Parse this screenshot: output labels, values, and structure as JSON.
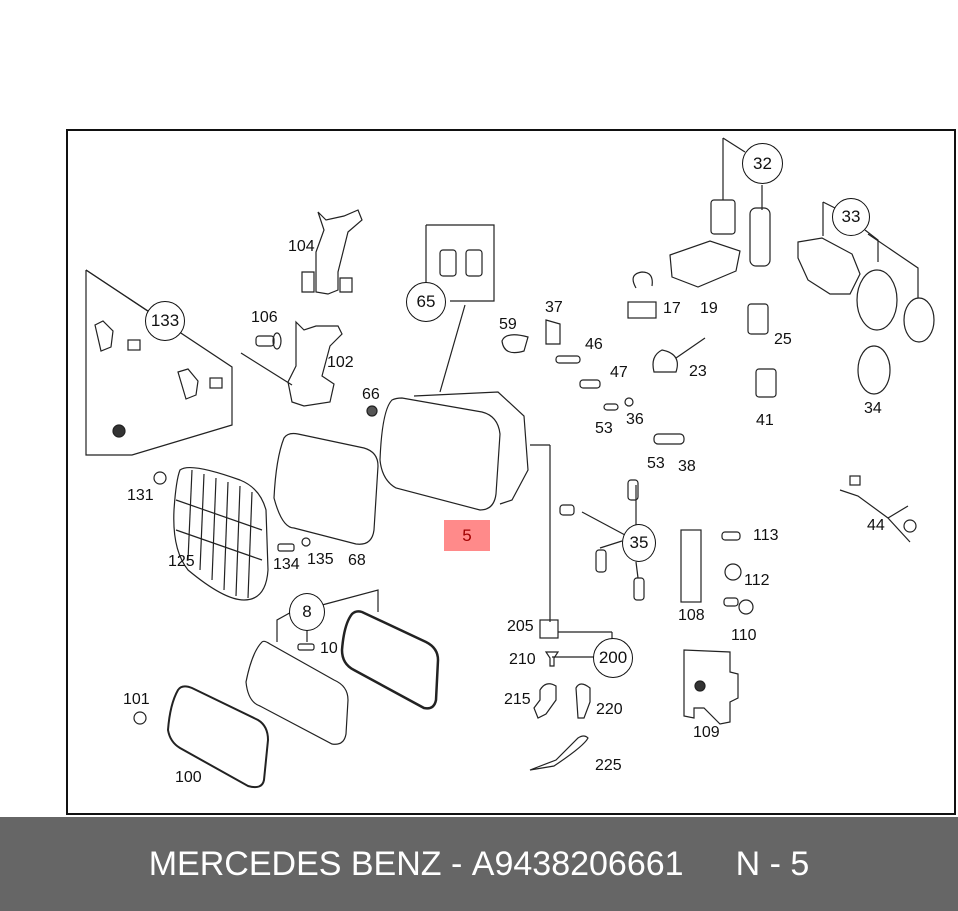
{
  "footer": {
    "brand": "MERCEDES BENZ",
    "separator": "-",
    "part_number": "A9438206661",
    "position": "N - 5"
  },
  "highlight": {
    "label": "5",
    "color": "#ff8a8a",
    "text_color": "#a00000"
  },
  "callouts": {
    "c133": "133",
    "c65": "65",
    "c32": "32",
    "c33": "33",
    "c35": "35",
    "c8": "8",
    "c200": "200"
  },
  "labels": {
    "l104": "104",
    "l106": "106",
    "l102": "102",
    "l66": "66",
    "l59": "59",
    "l37": "37",
    "l46": "46",
    "l47": "47",
    "l53a": "53",
    "l36": "36",
    "l53b": "53",
    "l38": "38",
    "l17": "17",
    "l19": "19",
    "l23": "23",
    "l25": "25",
    "l41": "41",
    "l34": "34",
    "l44": "44",
    "l131": "131",
    "l125": "125",
    "l134": "134",
    "l135": "135",
    "l68": "68",
    "l10": "10",
    "l101": "101",
    "l100": "100",
    "l205": "205",
    "l210": "210",
    "l215": "215",
    "l220": "220",
    "l225": "225",
    "l108": "108",
    "l113": "113",
    "l112": "112",
    "l110": "110",
    "l109": "109"
  }
}
